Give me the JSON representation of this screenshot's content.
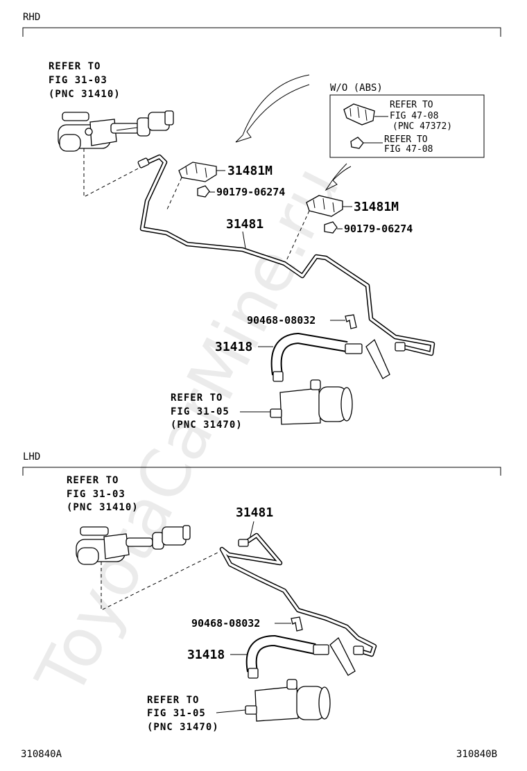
{
  "watermark": "ToyotaCarMine.ru",
  "rhd": {
    "section_label": "RHD",
    "refer_master_cyl": [
      "REFER TO",
      "FIG 31-03",
      "(PNC 31410)"
    ],
    "wo_abs": {
      "title": "W/O (ABS)",
      "refer_a": [
        "REFER TO",
        "FIG 47-08",
        "(PNC 47372)"
      ],
      "refer_b": [
        "REFER TO",
        "FIG 47-08"
      ]
    },
    "parts": {
      "clamp_1": "31481M",
      "nut_1": "90179-06274",
      "clamp_2": "31481M",
      "nut_2": "90179-06274",
      "tube": "31481",
      "clip": "90468-08032",
      "hose": "31418"
    },
    "refer_release_cyl": [
      "REFER TO",
      "FIG 31-05",
      "(PNC 31470)"
    ]
  },
  "lhd": {
    "section_label": "LHD",
    "refer_master_cyl": [
      "REFER TO",
      "FIG 31-03",
      "(PNC 31410)"
    ],
    "parts": {
      "tube": "31481",
      "clip": "90468-08032",
      "hose": "31418"
    },
    "refer_release_cyl": [
      "REFER TO",
      "FIG 31-05",
      "(PNC 31470)"
    ]
  },
  "footer": {
    "left_code": "310840A",
    "right_code": "310840B"
  }
}
